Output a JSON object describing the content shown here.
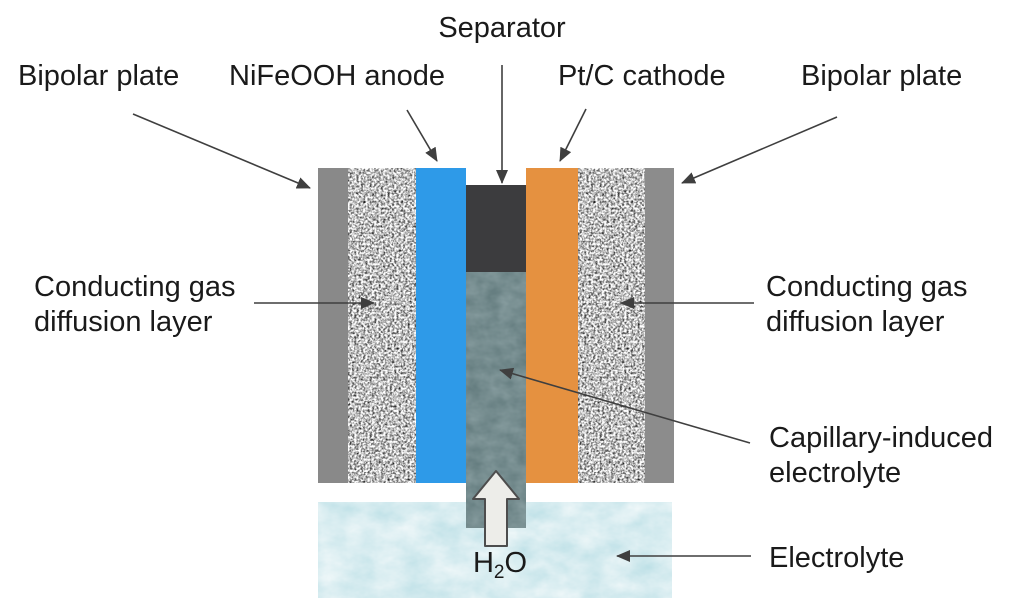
{
  "labels": {
    "separator": "Separator",
    "bipolar_plate_left": "Bipolar plate",
    "anode": "NiFeOOH anode",
    "cathode": "Pt/C cathode",
    "bipolar_plate_right": "Bipolar plate",
    "gdl_left": {
      "line1": "Conducting gas",
      "line2": "diffusion layer"
    },
    "gdl_right": {
      "line1": "Conducting gas",
      "line2": "diffusion layer"
    },
    "capillary": {
      "line1": "Capillary-induced",
      "line2": "electrolyte"
    },
    "electrolyte": "Electrolyte",
    "water": {
      "pre": "H",
      "sub": "2",
      "post": "O"
    }
  },
  "colors": {
    "anode_blue": "#2E9AE8",
    "cathode_orange": "#E59140",
    "separator_dark": "#3C3C3E",
    "bipolar_gray": "#898989",
    "capillary_teal": "#74898C",
    "electrolyte_cyan": "#D6F0F2",
    "gas_diffusion_speckle": "#C9C9C9",
    "arrow_line": "#3F3F3F",
    "water_arrow_fill": "#EDEDEA",
    "text": "#1A1A1A"
  }
}
